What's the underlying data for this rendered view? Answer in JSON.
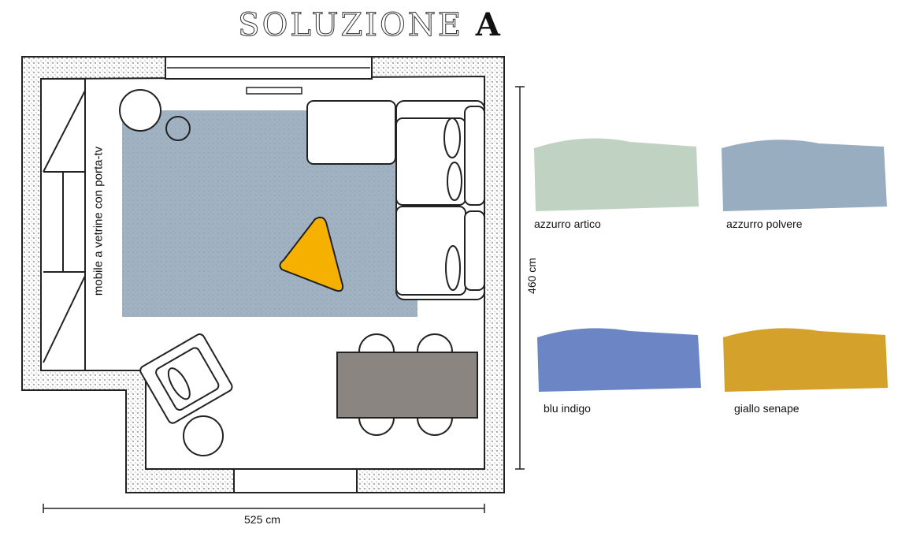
{
  "title": {
    "main": "SOLUZIONE",
    "letter": "A"
  },
  "plan": {
    "furniture_label": "mobile a vetrine con porta-tv",
    "height_dimension": "460 cm",
    "width_dimension": "525 cm",
    "colors": {
      "rug": "#94a8bb",
      "pouf": "#f5b000",
      "dining_table": "#8a8580",
      "wall": "#222222"
    }
  },
  "palette": [
    {
      "name": "azzurro artico",
      "color": "#c0d3c2"
    },
    {
      "name": "azzurro polvere",
      "color": "#98adbf"
    },
    {
      "name": "blu indigo",
      "color": "#6b85c5"
    },
    {
      "name": "giallo senape",
      "color": "#d4a12a"
    }
  ]
}
